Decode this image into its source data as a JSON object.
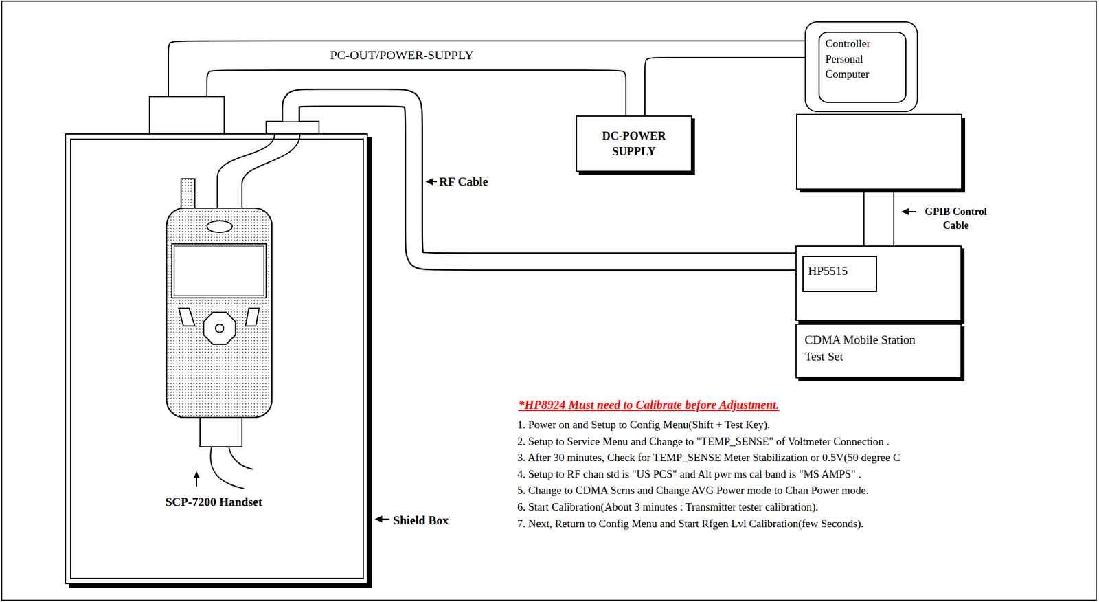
{
  "diagram": {
    "nodes": [
      {
        "text": [
          "Shield Box"
        ]
      },
      {
        "text": [
          "Controller Personal Computer"
        ]
      },
      {
        "text": [
          "DC-POWER SUPPLY"
        ]
      },
      {
        "text": [
          "HP5515"
        ]
      },
      {
        "text": [
          "CDMA Mobile Station Test Set"
        ]
      }
    ],
    "edges": [
      {
        "from": 0,
        "to": 1,
        "arrow": "none",
        "label": "PC-OUT/POWER-SUPPLY"
      },
      {
        "from": 0,
        "to": 2,
        "arrow": "none"
      },
      {
        "from": 2,
        "to": 1,
        "arrow": "none"
      },
      {
        "from": 0,
        "to": 3,
        "arrow": "none",
        "label": "RF Cable"
      }
    ],
    "labels": [
      "SCP-7200 Handset",
      "GPIB Control Cable",
      "*HP8924 Must need to Calibrate before Adjustment.",
      "1. Power on and Setup to Config Menu(Shift + Test Key).",
      "2. Setup to Service Menu and Change to \"TEMP_SENSE\" of Voltmeter Connection .",
      "3. After 30 minutes, Check for TEMP_SENSE Meter Stabilization or 0.5V(50 degree C",
      "4. Setup to RF chan std is \"US PCS\" and Alt pwr ms cal band is \"MS AMPS\" .",
      "5. Change to CDMA Scrns and Change AVG Power mode to Chan Power mode.",
      "6. Start Calibration(About 3 minutes : Transmitter tester calibration).",
      "7. Next, Return to Config Menu and Start Rfgen Lvl Calibration(few Seconds)."
    ]
  }
}
